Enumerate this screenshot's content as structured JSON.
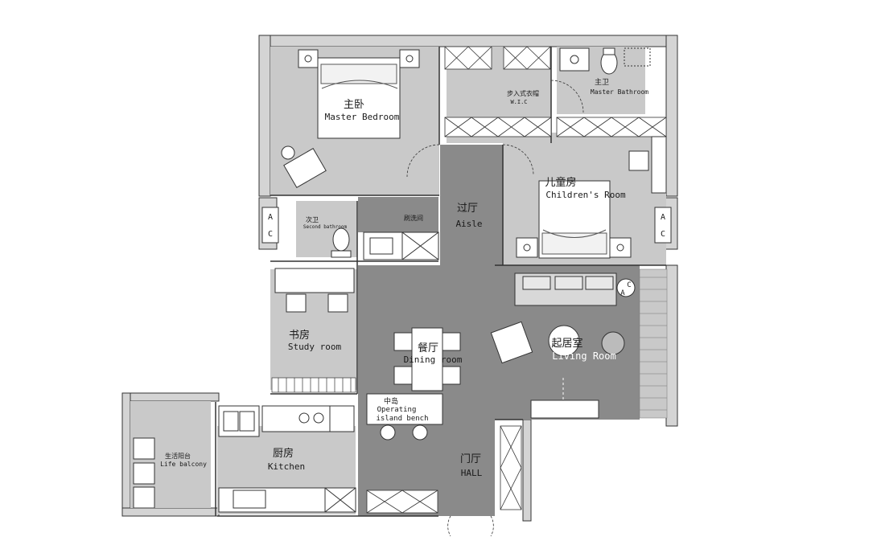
{
  "rooms": {
    "master_bedroom": {
      "zh": "主卧",
      "en": "Master Bedroom"
    },
    "walk_in_closet": {
      "zh": "步入式衣帽",
      "en": "W.I.C"
    },
    "master_bathroom": {
      "zh": "主卫",
      "en": "Master Bathroom"
    },
    "second_bathroom": {
      "zh": "次卫",
      "en": "Second bathroom"
    },
    "washroom": {
      "zh": "刷洗间"
    },
    "aisle": {
      "zh": "过厅",
      "en": "Aisle"
    },
    "childrens_room": {
      "zh": "儿童房",
      "en": "Children's Room"
    },
    "study_room": {
      "zh": "书房",
      "en": "Study room"
    },
    "dining_room": {
      "zh": "餐厅",
      "en": "Dining room"
    },
    "living_room": {
      "zh": "起居室",
      "en": "Living Room"
    },
    "operating_island": {
      "zh": "中岛",
      "en_line1": "Operating",
      "en_line2": "island bench"
    },
    "kitchen": {
      "zh": "厨房",
      "en": "Kitchen"
    },
    "life_balcony": {
      "zh": "生活阳台",
      "en": "Life balcony"
    },
    "hall": {
      "zh": "门厅",
      "en": "HALL"
    }
  },
  "section_markers": {
    "left": {
      "top": "A",
      "bottom": "C"
    },
    "right": {
      "top": "A",
      "bottom": "C"
    },
    "living": {
      "top": "C",
      "bottom": "A"
    }
  },
  "colors": {
    "wall": "#bdbdbd",
    "room_light": "#c9c9c9",
    "room_dark": "#8a8a8a",
    "line": "#333333",
    "furniture": "#ffffff"
  }
}
